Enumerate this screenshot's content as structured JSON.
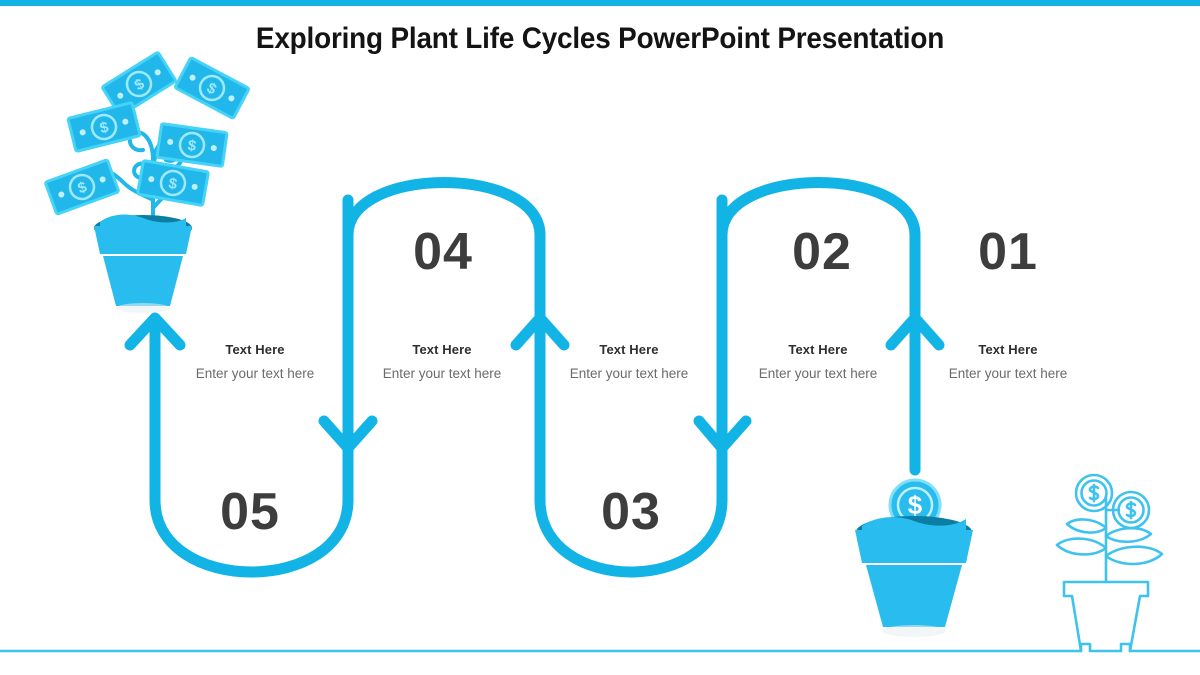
{
  "slide": {
    "title": "Exploring Plant Life Cycles PowerPoint Presentation",
    "accent_color": "#12b4e6",
    "accent_dark": "#0a8fba",
    "number_color": "#3d3d3d",
    "heading_color": "#2f2f2f",
    "body_color": "#6b6b6b",
    "background": "#ffffff"
  },
  "steps": [
    {
      "number": "05",
      "heading": "Text Here",
      "body": "Enter your text here"
    },
    {
      "number": "04",
      "heading": "Text Here",
      "body": "Enter your text here"
    },
    {
      "number": "03",
      "heading": "Text Here",
      "body": "Enter your text here"
    },
    {
      "number": "02",
      "heading": "Text Here",
      "body": "Enter your text here"
    },
    {
      "number": "01",
      "heading": "Text Here",
      "body": "Enter your text here"
    }
  ],
  "graphics": {
    "money_tree_icon": "money-tree-filled-icon",
    "coin_pot_icon": "coin-in-pot-icon",
    "outline_plant_icon": "outline-money-plant-icon",
    "dollar_glyph": "$"
  }
}
